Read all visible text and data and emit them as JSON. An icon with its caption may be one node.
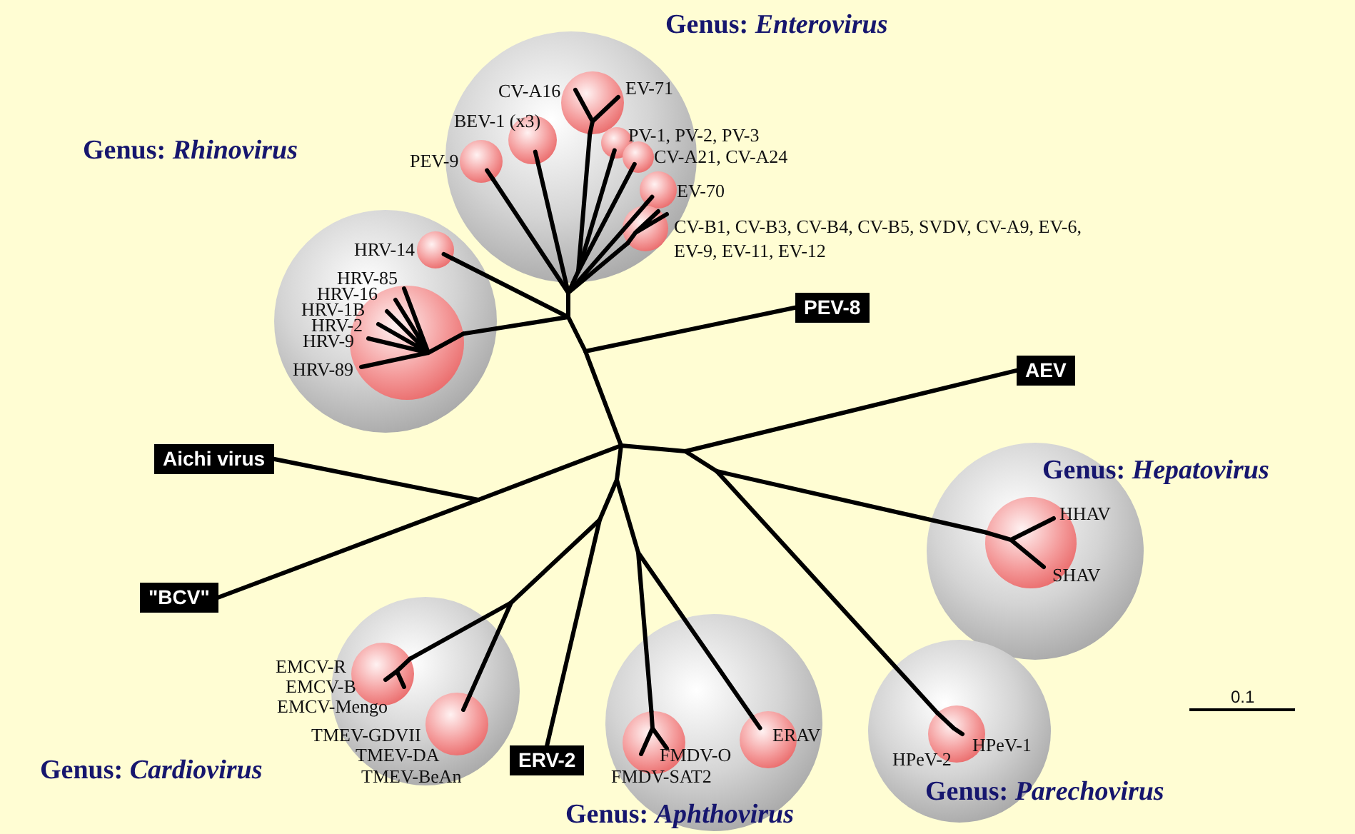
{
  "diagram": {
    "nodes": [
      {
        "text": [
          "Genus: *Enterovirus*"
        ]
      },
      {
        "text": [],
        "shape": "circle",
        "in": 0
      },
      {
        "text": [],
        "shape": "circle",
        "in": 0
      },
      {
        "text": [],
        "shape": "circle",
        "in": 0
      },
      {
        "text": [],
        "shape": "circle",
        "in": 0
      },
      {
        "text": [],
        "shape": "circle",
        "in": 0
      },
      {
        "text": [],
        "shape": "circle",
        "in": 0
      },
      {
        "text": [],
        "shape": "circle",
        "in": 0
      },
      {
        "text": [
          "Genus: *Rhinovirus*"
        ]
      },
      {
        "text": [],
        "shape": "circle",
        "in": 8
      },
      {
        "text": [],
        "shape": "circle",
        "in": 8
      },
      {
        "text": [
          "PEV-8"
        ]
      },
      {
        "text": [
          "AEV"
        ]
      },
      {
        "text": [
          "Aichi virus"
        ]
      },
      {
        "text": [
          "\"BCV\""
        ]
      },
      {
        "text": [
          "Genus: *Hepatovirus*"
        ]
      },
      {
        "text": [],
        "shape": "circle",
        "in": 15
      },
      {
        "text": [
          "Genus: *Cardiovirus*"
        ]
      },
      {
        "text": [],
        "shape": "circle",
        "in": 17
      },
      {
        "text": [],
        "shape": "circle",
        "in": 17
      },
      {
        "text": [
          "ERV-2"
        ]
      },
      {
        "text": [
          "Genus: *Aphthovirus*"
        ]
      },
      {
        "text": [],
        "shape": "circle",
        "in": 21
      },
      {
        "text": [],
        "shape": "circle",
        "in": 21
      },
      {
        "text": [
          "Genus: *Parechovirus*"
        ]
      },
      {
        "text": [],
        "shape": "circle",
        "in": 24
      }
    ],
    "edges": [
      {
        "from": null,
        "to": 1,
        "arrow": "none"
      },
      {
        "from": null,
        "to": 2,
        "arrow": "none"
      },
      {
        "from": null,
        "to": 3,
        "arrow": "none"
      },
      {
        "from": null,
        "to": 4,
        "arrow": "none"
      },
      {
        "from": null,
        "to": 5,
        "arrow": "none"
      },
      {
        "from": null,
        "to": 6,
        "arrow": "none"
      },
      {
        "from": null,
        "to": 7,
        "arrow": "none"
      },
      {
        "from": null,
        "to": 9,
        "arrow": "none"
      },
      {
        "from": null,
        "to": 10,
        "arrow": "none"
      },
      {
        "from": null,
        "to": 11,
        "arrow": "none"
      },
      {
        "from": null,
        "to": 12,
        "arrow": "none"
      },
      {
        "from": null,
        "to": 16,
        "arrow": "none"
      },
      {
        "from": null,
        "to": 25,
        "arrow": "none"
      },
      {
        "from": null,
        "to": 13,
        "arrow": "none"
      },
      {
        "from": null,
        "to": 14,
        "arrow": "none"
      },
      {
        "from": null,
        "to": 18,
        "arrow": "none"
      },
      {
        "from": null,
        "to": 19,
        "arrow": "none"
      },
      {
        "from": null,
        "to": 20,
        "arrow": "none"
      },
      {
        "from": null,
        "to": 22,
        "arrow": "none"
      },
      {
        "from": null,
        "to": 23,
        "arrow": "none"
      }
    ],
    "labels": [
      "CV-A16",
      "EV-71",
      "BEV-1 (x3)",
      "PEV-9",
      "PV-1, PV-2, PV-3",
      "CV-A21, CV-A24",
      "EV-70",
      "CV-B1, CV-B3, CV-B4, CV-B5, SVDV, CV-A9, EV-6, EV-9, EV-11, EV-12",
      "HRV-14",
      "HRV-85",
      "HRV-16",
      "HRV-1B",
      "HRV-2",
      "HRV-9",
      "HRV-89",
      "HHAV",
      "SHAV",
      "EMCV-R",
      "EMCV-B",
      "0.1",
      "EMCV-Mengo",
      "ERAV",
      "TMEV-GDVII",
      "HPeV-1",
      "FMDV-O",
      "HPeV-2",
      "TMEV-DA",
      "FMDV-SAT2",
      "TMEV-BeAn"
    ]
  }
}
